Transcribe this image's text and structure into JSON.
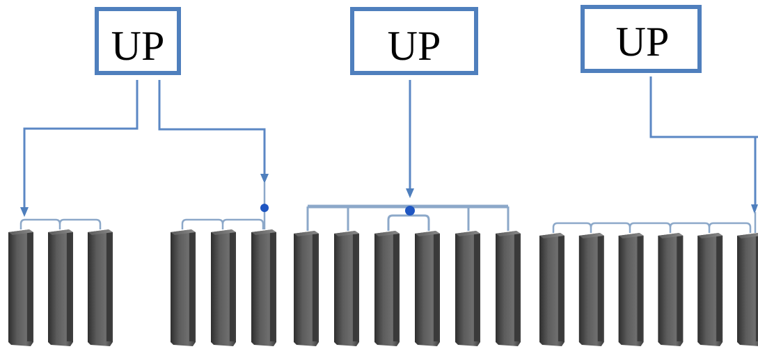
{
  "colors": {
    "box_stroke": "#4f7fbd",
    "connector": "#5b87c4",
    "bus": "#8ca8c9",
    "joint_dot": "#1f56c2",
    "unit_dark": "#2e2e2e",
    "unit_mid": "#5c5c5c",
    "unit_light": "#8a8a8a",
    "background": "#ffffff"
  },
  "boxes": [
    {
      "id": "up-box-1",
      "label": "UP"
    },
    {
      "id": "up-box-2",
      "label": "UP"
    },
    {
      "id": "up-box-3",
      "label": "UP"
    }
  ],
  "groups": [
    {
      "id": "group-1",
      "unit_count": 3,
      "fed_by": "up-box-1"
    },
    {
      "id": "group-2",
      "unit_count": 3,
      "fed_by": "up-box-1"
    },
    {
      "id": "group-3",
      "unit_count": 6,
      "fed_by": "up-box-2"
    },
    {
      "id": "group-4",
      "unit_count": 6,
      "fed_by": "up-box-3"
    }
  ],
  "icons": [
    "arrow-head-icon",
    "joint-dot-icon",
    "equipment-unit-icon"
  ]
}
